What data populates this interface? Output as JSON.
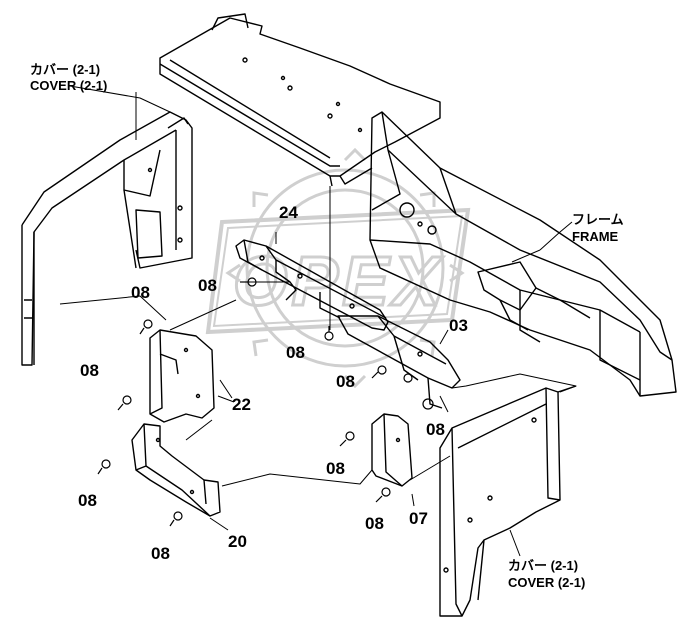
{
  "watermark": {
    "text": "OPEX",
    "color": "#cfcfcf"
  },
  "callouts": {
    "cover_top": {
      "jp": "カバー (2-1)",
      "en": "COVER (2-1)"
    },
    "cover_bottom": {
      "jp": "カバー (2-1)",
      "en": "COVER (2-1)"
    },
    "frame": {
      "jp": "フレーム",
      "en": "FRAME"
    }
  },
  "parts": {
    "p24": "24",
    "p03": "03",
    "p22": "22",
    "p20": "20",
    "p07": "07",
    "p08": "08"
  },
  "colors": {
    "line": "#000000",
    "watermark": "#cfcfcf",
    "background": "#ffffff"
  }
}
